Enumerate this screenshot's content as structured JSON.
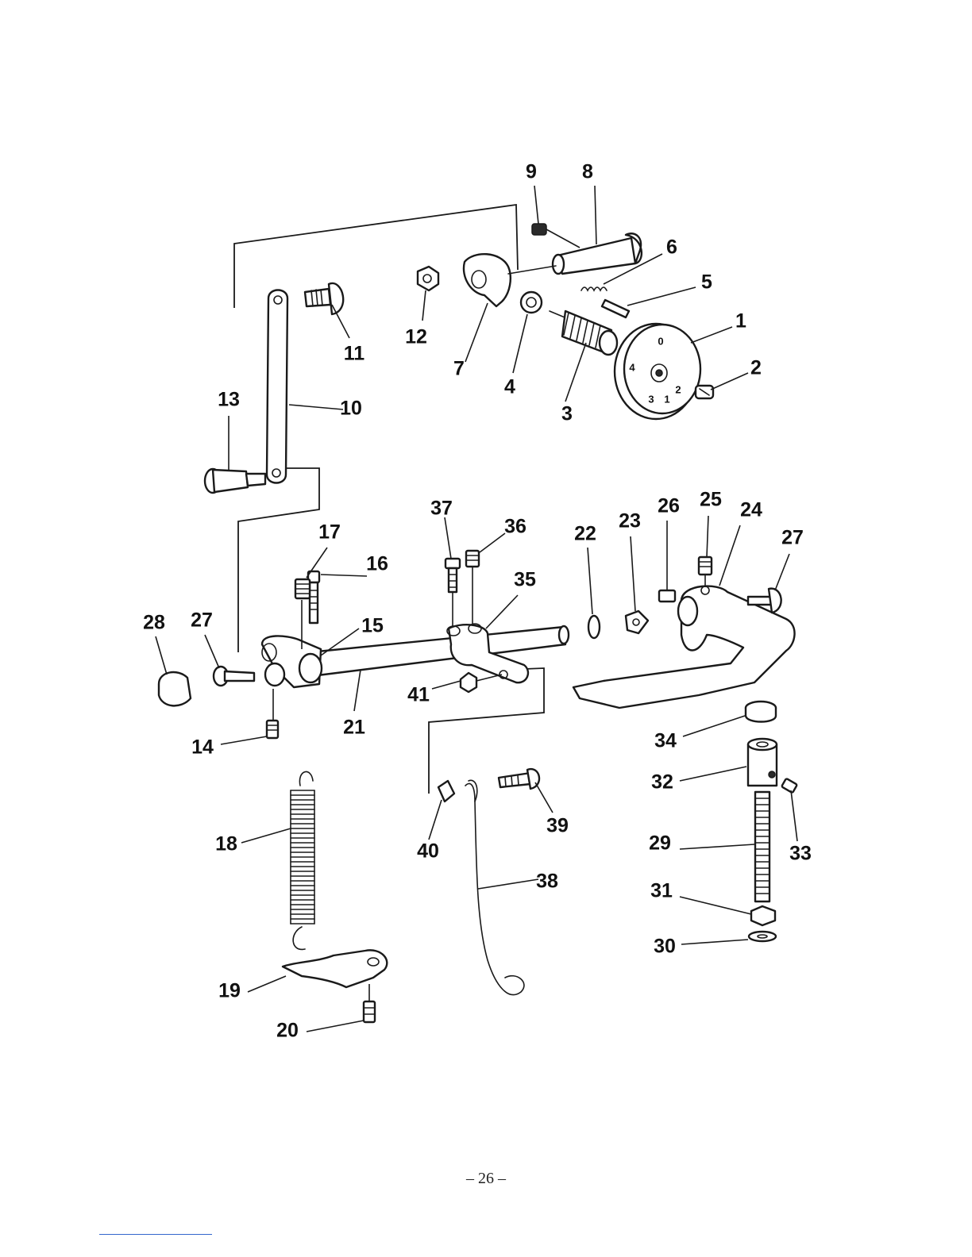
{
  "parts_diagram": {
    "callouts": [
      "1",
      "2",
      "3",
      "4",
      "5",
      "6",
      "7",
      "8",
      "9",
      "10",
      "11",
      "12",
      "13",
      "14",
      "15",
      "16",
      "17",
      "18",
      "19",
      "20",
      "21",
      "22",
      "23",
      "24",
      "25",
      "26",
      "27",
      "27",
      "28",
      "29",
      "30",
      "31",
      "32",
      "33",
      "34",
      "35",
      "36",
      "37",
      "38",
      "39",
      "40",
      "41"
    ],
    "dial_numbers": [
      "0",
      "1",
      "2",
      "3",
      "4"
    ]
  },
  "footer": {
    "page_number": "– 26 –"
  }
}
